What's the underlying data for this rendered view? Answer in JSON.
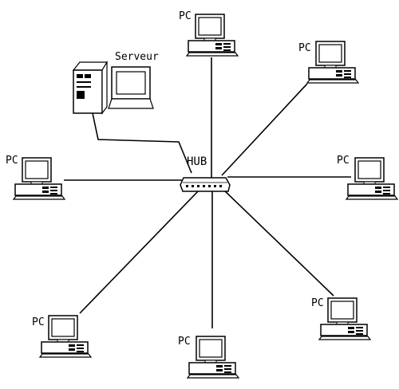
{
  "diagram": {
    "hub": {
      "label": "HUB"
    },
    "server": {
      "label": "Serveur"
    },
    "pcs": [
      {
        "id": "top",
        "label": "PC"
      },
      {
        "id": "top-right",
        "label": "PC"
      },
      {
        "id": "left",
        "label": "PC"
      },
      {
        "id": "right",
        "label": "PC"
      },
      {
        "id": "bottom-left",
        "label": "PC"
      },
      {
        "id": "bottom",
        "label": "PC"
      },
      {
        "id": "bottom-right",
        "label": "PC"
      }
    ]
  },
  "colors": {
    "line": "#000000",
    "background": "#ffffff",
    "device": "#ffffff"
  }
}
